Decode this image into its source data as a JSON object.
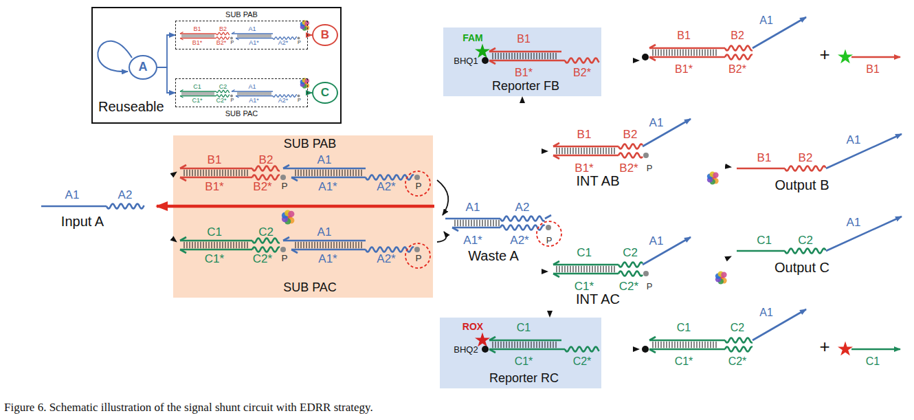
{
  "diagram": {
    "caption": "Figure 6. Schematic illustration of the signal shunt circuit with EDRR strategy.",
    "nodes": [
      {
        "text": [
          "Reuseable"
        ]
      },
      {
        "text": [
          "A"
        ],
        "in": 0
      },
      {
        "text": [
          "SUB PAB"
        ],
        "in": 0
      },
      {
        "text": [
          "SUB PAC"
        ],
        "in": 0
      },
      {
        "text": [
          "B"
        ],
        "in": 0
      },
      {
        "text": [
          "C"
        ],
        "in": 0
      },
      {
        "text": [
          "Reporter FB"
        ]
      },
      {
        "text": [
          "SUB PAB",
          "SUB PAC"
        ]
      },
      {
        "text": [
          "Reporter RC"
        ]
      }
    ],
    "edges": [
      {
        "from": 1,
        "to": 2,
        "arrow": "to"
      },
      {
        "from": 1,
        "to": 3,
        "arrow": "to"
      },
      {
        "from": 2,
        "to": 4,
        "arrow": "to"
      },
      {
        "from": 3,
        "to": 5,
        "arrow": "to"
      }
    ],
    "labels": [
      "B1",
      "B2",
      "A1",
      "B1*",
      "B2*",
      "P",
      "A1*",
      "A2*",
      "P",
      "C1",
      "C2",
      "A1",
      "C1*",
      "C2*",
      "P",
      "A1*",
      "A2*",
      "P",
      "FAM",
      "BHQ1",
      "B1",
      "B1*",
      "B2*",
      "B1",
      "B2",
      "A1",
      "B1*",
      "B2*",
      "+",
      "B1",
      "B1",
      "B2",
      "A1",
      "B1*",
      "B2*",
      "P",
      "A1*",
      "A2*",
      "P",
      "C1",
      "C2",
      "A1",
      "C1*",
      "C2*",
      "P",
      "A1*",
      "A2*",
      "P",
      "A1",
      "A2",
      "Input A",
      "A1",
      "A2",
      "A1*",
      "A2*",
      "P",
      "Waste A",
      "B1",
      "B2",
      "A1",
      "B1*",
      "B2*",
      "P",
      "INT AB",
      "B1",
      "B2",
      "A1",
      "Output B",
      "C1",
      "C2",
      "A1",
      "C1*",
      "C2*",
      "P",
      "INT AC",
      "C1",
      "C2",
      "A1",
      "Output C",
      "ROX",
      "BHQ2",
      "C1",
      "C1*",
      "C2*",
      "C1",
      "C2",
      "A1",
      "C1*",
      "C2*",
      "+",
      "C1"
    ]
  }
}
